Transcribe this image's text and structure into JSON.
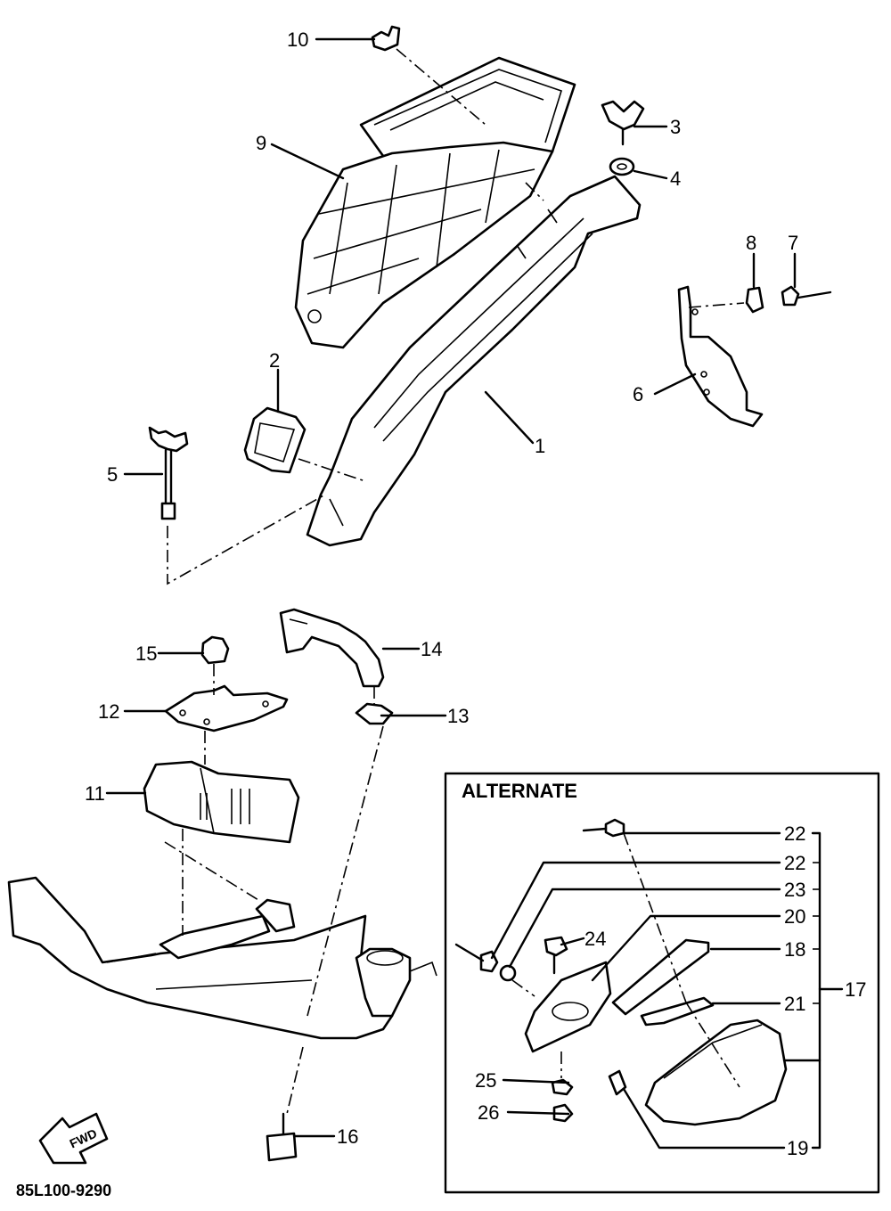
{
  "diagram": {
    "callouts": {
      "c1": "1",
      "c2": "2",
      "c3": "3",
      "c4": "4",
      "c5": "5",
      "c6": "6",
      "c7": "7",
      "c8": "8",
      "c9": "9",
      "c10": "10",
      "c11": "11",
      "c12": "12",
      "c13": "13",
      "c14": "14",
      "c15": "15",
      "c16": "16",
      "c17": "17",
      "c18": "18",
      "c19": "19",
      "c20": "20",
      "c21": "21",
      "c22a": "22",
      "c22b": "22",
      "c23": "23",
      "c24": "24",
      "c25": "25",
      "c26": "26"
    },
    "inset_title": "ALTERNATE",
    "fwd_label": "FWD",
    "drawing_code": "85L100-9290"
  }
}
